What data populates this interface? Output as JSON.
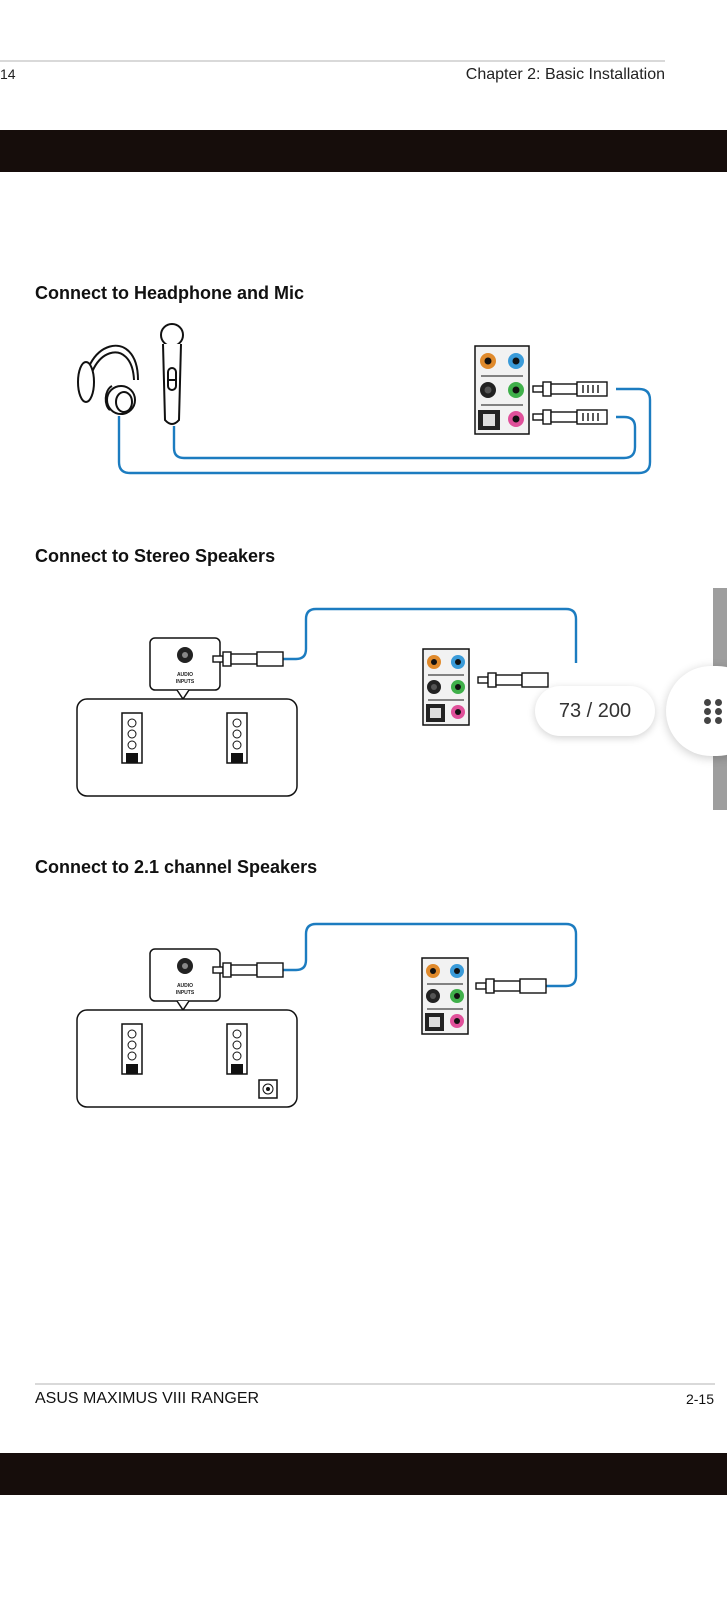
{
  "header": {
    "prev_page_number": "14",
    "chapter_title": "Chapter 2: Basic Installation"
  },
  "sections": [
    {
      "heading": "Connect to Headphone and Mic"
    },
    {
      "heading": "Connect to Stereo Speakers",
      "speaker_label_1": "AUDIO",
      "speaker_label_2": "INPUTS"
    },
    {
      "heading": "Connect to 2.1 channel Speakers",
      "speaker_label_1": "AUDIO",
      "speaker_label_2": "INPUTS"
    }
  ],
  "footer": {
    "product_name": "ASUS MAXIMUS VIII RANGER",
    "page_number": "2-15"
  },
  "viewer": {
    "page_indicator": "73 / 200"
  },
  "colors": {
    "cable": "#1c7cc0",
    "jack_orange": "#e08a2c",
    "jack_blue": "#3a9bd9",
    "jack_green": "#3fb04a",
    "jack_pink": "#e0509a",
    "bar_black": "#160d0b"
  }
}
